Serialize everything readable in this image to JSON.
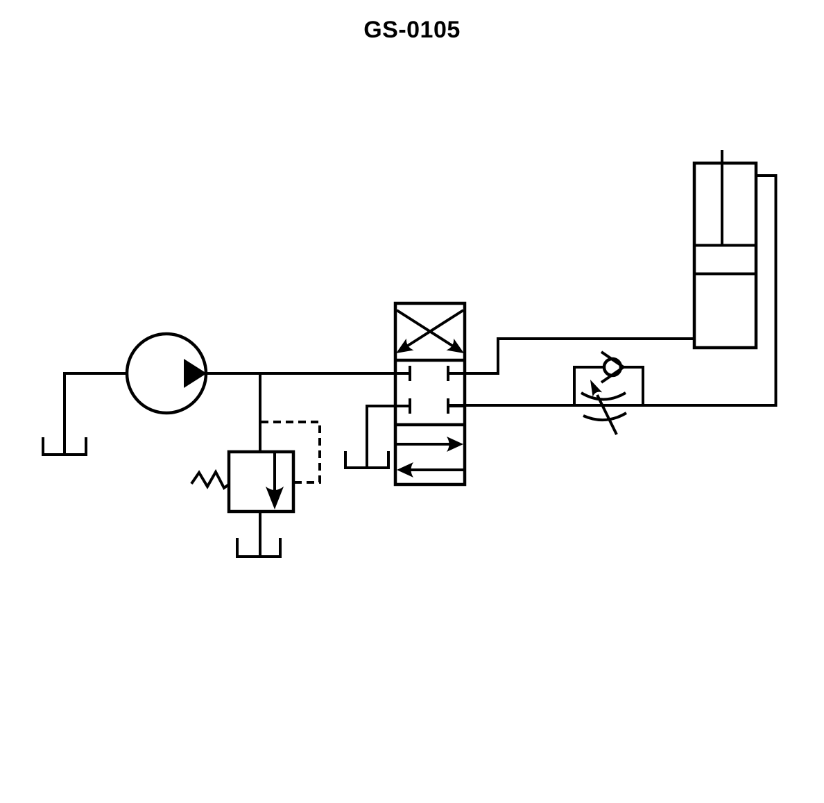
{
  "diagram": {
    "title": "GS-0105",
    "colors": {
      "ink": "#000000",
      "background": "#ffffff"
    },
    "components": [
      {
        "id": "suction-reservoir",
        "icon": "reservoir-icon"
      },
      {
        "id": "pump",
        "icon": "pump-icon"
      },
      {
        "id": "relief-valve",
        "icon": "relief-valve-icon"
      },
      {
        "id": "relief-drain-reservoir",
        "icon": "reservoir-icon"
      },
      {
        "id": "pilot-line",
        "icon": "dashed-pilot-line"
      },
      {
        "id": "directional-valve",
        "icon": "directional-valve-icon"
      },
      {
        "id": "valve-drain-reservoir",
        "icon": "reservoir-icon"
      },
      {
        "id": "flow-control-valve",
        "icon": "flow-control-valve-icon"
      },
      {
        "id": "check-valve",
        "icon": "check-valve-icon"
      },
      {
        "id": "cylinder",
        "icon": "cylinder-icon"
      }
    ]
  }
}
